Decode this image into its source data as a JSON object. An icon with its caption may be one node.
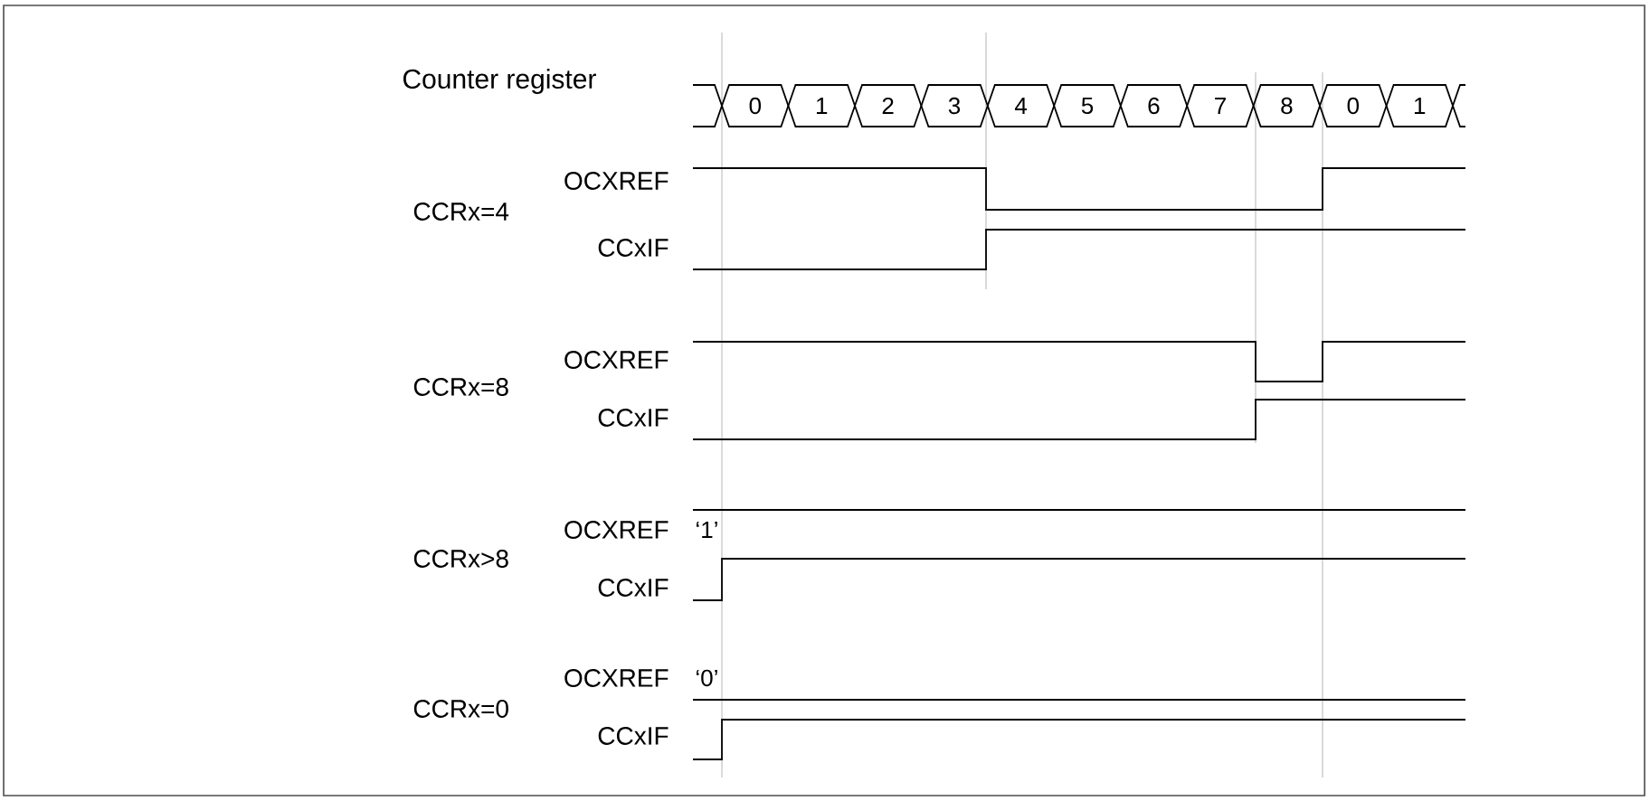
{
  "diagram": {
    "nodes": [
      {
        "text": [
          "0"
        ]
      },
      {
        "text": [
          "1"
        ]
      },
      {
        "text": [
          "2"
        ]
      },
      {
        "text": [
          "3"
        ]
      },
      {
        "text": [
          "4"
        ]
      },
      {
        "text": [
          "5"
        ]
      },
      {
        "text": [
          "6"
        ]
      },
      {
        "text": [
          "7"
        ]
      },
      {
        "text": [
          "8"
        ]
      },
      {
        "text": [
          "0"
        ]
      },
      {
        "text": [
          "1"
        ]
      }
    ],
    "labels": [
      "Counter register",
      "OCXREF",
      "CCRx=4",
      "CCxIF",
      "OCXREF",
      "CCRx=8",
      "CCxIF",
      "OCXREF",
      "‘1’",
      "CCRx>8",
      "CCxIF",
      "OCXREF",
      "‘0’",
      "CCRx=0",
      "CCxIF"
    ]
  }
}
